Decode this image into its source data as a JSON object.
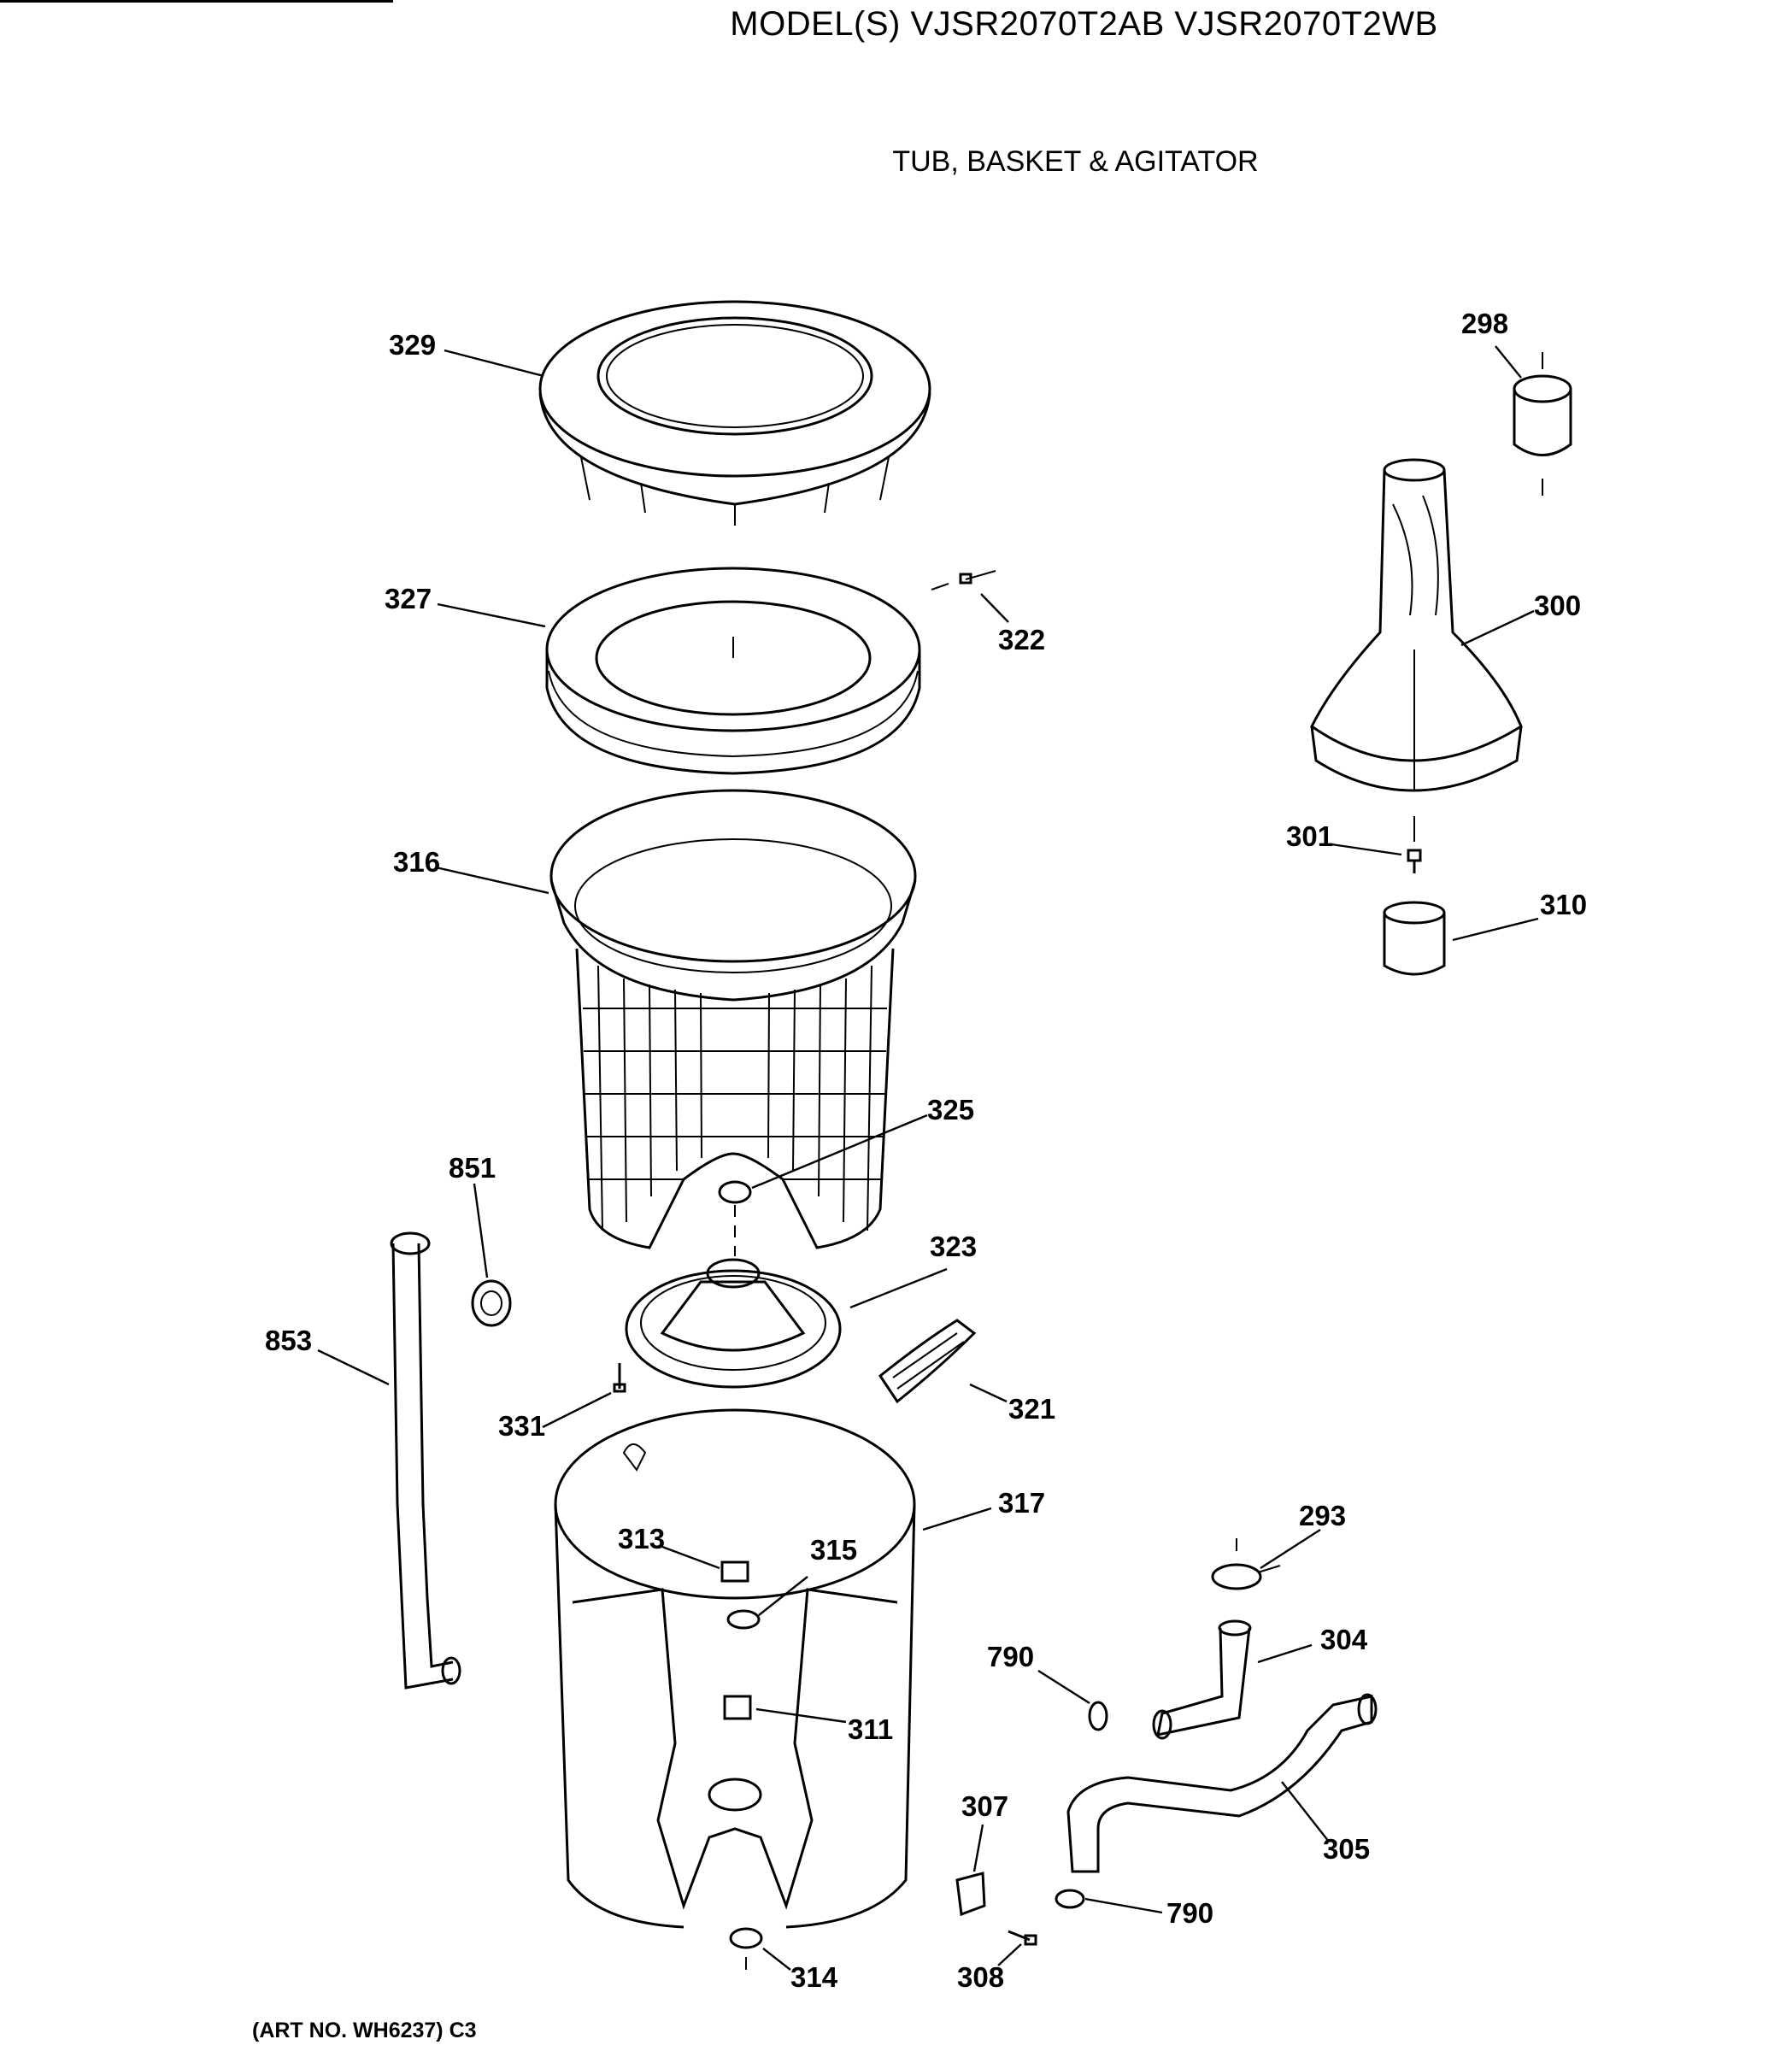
{
  "header": {
    "model_title": "MODEL(S) VJSR2070T2AB  VJSR2070T2WB",
    "section_title": "TUB, BASKET & AGITATOR"
  },
  "footer": {
    "art_number": "(ART NO. WH6237) C3"
  },
  "callouts": {
    "c329": "329",
    "c327": "327",
    "c322": "322",
    "c316": "316",
    "c325": "325",
    "c851": "851",
    "c853": "853",
    "c323": "323",
    "c321": "321",
    "c331": "331",
    "c317": "317",
    "c313": "313",
    "c315": "315",
    "c311": "311",
    "c314": "314",
    "c298": "298",
    "c300": "300",
    "c301": "301",
    "c310": "310",
    "c293": "293",
    "c790a": "790",
    "c304": "304",
    "c305": "305",
    "c307": "307",
    "c790b": "790",
    "c308": "308"
  }
}
